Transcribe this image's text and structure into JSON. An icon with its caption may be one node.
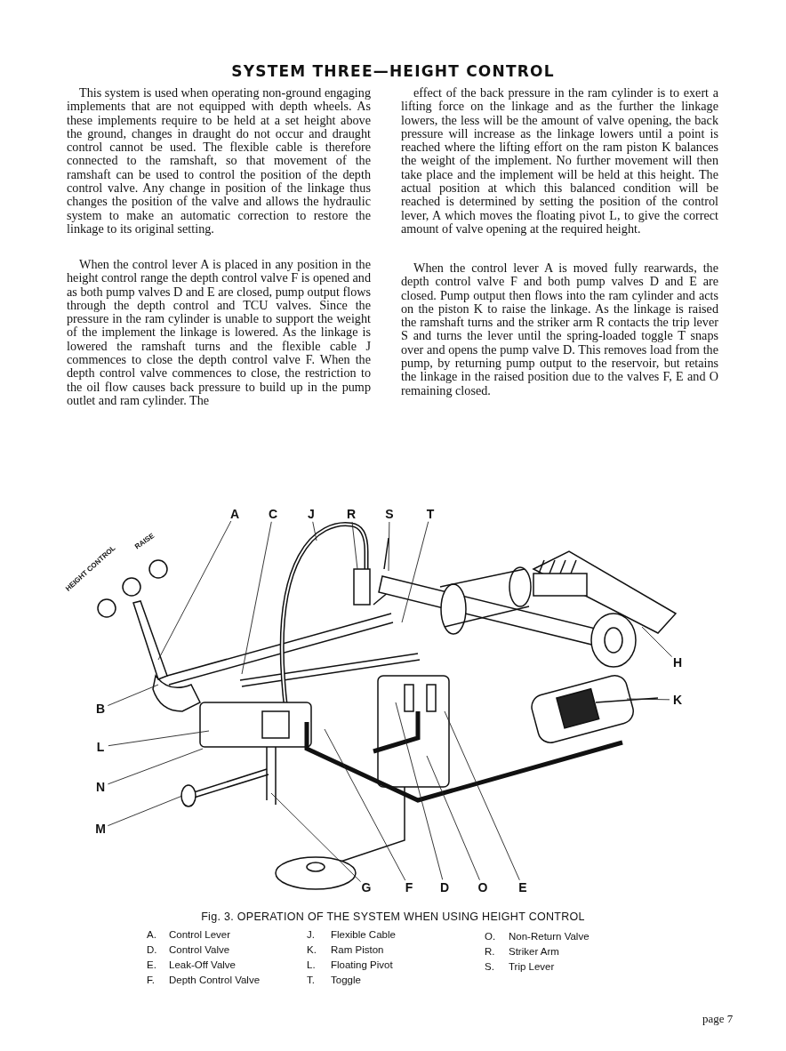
{
  "diagram": {
    "title": "SYSTEM THREE—HEIGHT CONTROL",
    "caption": "Fig. 3. OPERATION OF THE SYSTEM WHEN USING HEIGHT CONTROL",
    "nodes": [
      {
        "text": [
          "A"
        ]
      },
      {
        "text": [
          "C"
        ]
      },
      {
        "text": [
          "J"
        ]
      },
      {
        "text": [
          "R"
        ]
      },
      {
        "text": [
          "S"
        ]
      },
      {
        "text": [
          "T"
        ]
      },
      {
        "text": [
          "H"
        ]
      },
      {
        "text": [
          "K"
        ]
      },
      {
        "text": [
          "B"
        ]
      },
      {
        "text": [
          "L"
        ]
      },
      {
        "text": [
          "N"
        ]
      },
      {
        "text": [
          "M"
        ]
      },
      {
        "text": [
          "G"
        ]
      },
      {
        "text": [
          "F"
        ]
      },
      {
        "text": [
          "D"
        ]
      },
      {
        "text": [
          "O"
        ]
      },
      {
        "text": [
          "E"
        ]
      }
    ],
    "edges": [
      {
        "from": 0,
        "to": null,
        "arrow": "none"
      },
      {
        "from": 1,
        "to": null,
        "arrow": "none"
      },
      {
        "from": 2,
        "to": null,
        "arrow": "none"
      },
      {
        "from": 3,
        "to": null,
        "arrow": "none"
      },
      {
        "from": 4,
        "to": null,
        "arrow": "none"
      },
      {
        "from": 5,
        "to": null,
        "arrow": "none"
      },
      {
        "from": 6,
        "to": null,
        "arrow": "none"
      },
      {
        "from": 7,
        "to": null,
        "arrow": "none"
      },
      {
        "from": 8,
        "to": null,
        "arrow": "none"
      },
      {
        "from": 9,
        "to": null,
        "arrow": "none"
      },
      {
        "from": 10,
        "to": null,
        "arrow": "none"
      },
      {
        "from": 11,
        "to": null,
        "arrow": "none"
      },
      {
        "from": 12,
        "to": null,
        "arrow": "none"
      },
      {
        "from": 13,
        "to": null,
        "arrow": "none"
      },
      {
        "from": 14,
        "to": null,
        "arrow": "none"
      },
      {
        "from": 15,
        "to": null,
        "arrow": "none"
      },
      {
        "from": 16,
        "to": null,
        "arrow": "none"
      }
    ],
    "labels": [
      "This system is used when operating non-ground engaging implements that are not equipped with depth wheels. As these implements require to be held at a set height above the ground, changes in draught do not occur and draught control cannot be used. The flexible cable is therefore connected to the ramshaft, so that movement of the ramshaft can be used to control the position of the depth control valve. Any change in position of the linkage thus changes the position of the valve and allows the hydraulic system to make an automatic correction to restore the linkage to its original setting.",
      "When the control lever A is placed in any position in the height control range the depth control valve F is opened and as both pump valves D and E are closed, pump output flows through the depth control and TCU valves. Since the pressure in the ram cylinder is unable to support the weight of the implement the linkage is lowered. As the linkage is lowered the ramshaft turns and the flexible cable J commences to close the depth control valve F. When the depth control valve commences to close, the restriction to the oil flow causes back pressure to build up in the pump outlet and ram cylinder. The",
      "effect of the back pressure in the ram cylinder is to exert a lifting force on the linkage and as the further the linkage lowers, the less will be the amount of valve opening, the back pressure will increase as the linkage lowers until a point is reached where the lifting effort on the ram piston K balances the weight of the implement. No further movement will then take place and the implement will be held at this height. The actual position at which this balanced condition will be reached is determined by setting the position of the control lever, A which moves the floating pivot L, to give the correct amount of valve opening at the required height.",
      "When the control lever A is moved fully rearwards, the depth control valve F and both pump valves D and E are closed. Pump output then flows into the ram cylinder and acts on the piston K to raise the linkage. As the linkage is raised the ramshaft turns and the striker arm R contacts the trip lever S and turns the lever until the spring-loaded toggle T snaps over and opens the pump valve D. This removes load from the pump, by returning pump output to the reservoir, but retains the linkage in the raised position due to the valves F, E and O remaining closed.",
      "HEIGHT CONTROL",
      "RAISE",
      "A.",
      "Control Lever",
      "J.",
      "Flexible Cable",
      "O.",
      "Non-Return Valve",
      "D.",
      "Control Valve",
      "K.",
      "Ram Piston",
      "R.",
      "Striker Arm",
      "E.",
      "Leak-Off Valve",
      "L.",
      "Floating Pivot",
      "S.",
      "Trip Lever",
      "F.",
      "Depth Control Valve",
      "T.",
      "Toggle",
      "page 7"
    ]
  }
}
